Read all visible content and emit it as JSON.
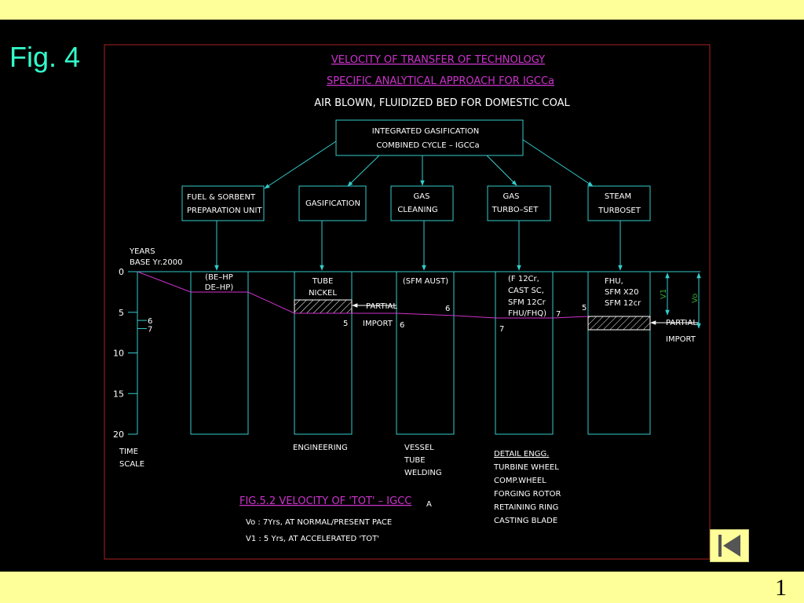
{
  "slide": {
    "title": "Fig. 4",
    "page_number": "1",
    "nav_button_icon": "first-slide-icon"
  },
  "colors": {
    "band": "#ffff99",
    "background": "#000000",
    "cyan": "#33cccc",
    "magenta": "#cc33cc",
    "red_border": "#aa2222",
    "white": "#ffffff",
    "green": "#33aa33",
    "title_text": "#33ffcc"
  },
  "diagram": {
    "title_1": "VELOCITY OF TRANSFER OF TECHNOLOGY",
    "title_2": "SPECIFIC ANALYTICAL APPROACH FOR IGCCa",
    "title_3": "AIR BLOWN, FLUIDIZED BED FOR DOMESTIC COAL",
    "root_line_1": "INTEGRATED GASIFICATION",
    "root_line_2": "COMBINED CYCLE – IGCCa",
    "units": [
      {
        "line_1": "FUEL & SORBENT",
        "line_2": "PREPARATION UNIT"
      },
      {
        "line_1": "GASIFICATION",
        "line_2": ""
      },
      {
        "line_1": "GAS",
        "line_2": "CLEANING"
      },
      {
        "line_1": "GAS",
        "line_2": "TURBO–SET"
      },
      {
        "line_1": "STEAM",
        "line_2": "TURBOSET"
      }
    ],
    "axis": {
      "title_1": "YEARS",
      "title_2": "BASE Yr.2000",
      "ticks": [
        "0",
        "5",
        "10",
        "15",
        "20"
      ],
      "minor_ticks": [
        "6",
        "7"
      ],
      "footer_1": "TIME",
      "footer_2": "SCALE"
    },
    "bars": [
      {
        "lines": [
          "(BE–HP",
          "DE–HP)"
        ]
      },
      {
        "lines": [
          "TUBE",
          "NICKEL"
        ]
      },
      {
        "lines": [
          "(SFM AUST)"
        ]
      },
      {
        "lines": [
          "(F 12Cr,",
          "CAST SC,",
          "SFM 12Cr",
          "FHU/FHQ)"
        ]
      },
      {
        "lines": [
          "FHU,",
          "SFM X20",
          "SFM 12cr"
        ]
      }
    ],
    "curve_labels": [
      "5",
      "6",
      "6",
      "7",
      "7",
      "5"
    ],
    "partial_1": "PARTIAL",
    "import_1": "IMPORT",
    "partial_2": "PARTIAL",
    "import_2": "IMPORT",
    "v1_label": "V1",
    "vo_label": "Vo",
    "under_labels": {
      "engineering": "ENGINEERING",
      "vessel": [
        "VESSEL",
        "TUBE",
        "WELDING"
      ],
      "detail_title": "DETAIL ENGG.",
      "detail": [
        "TURBINE WHEEL",
        "COMP.WHEEL",
        "FORGING ROTOR",
        "RETAINING RING",
        "CASTING BLADE"
      ]
    },
    "fig_caption": "FIG.5.2 VELOCITY OF 'TOT' – IGCC",
    "fig_caption_suffix": "A",
    "legend_1": "Vo : 7Yrs, AT NORMAL/PRESENT PACE",
    "legend_2": "V1 : 5 Yrs, AT ACCELERATED 'TOT'"
  }
}
